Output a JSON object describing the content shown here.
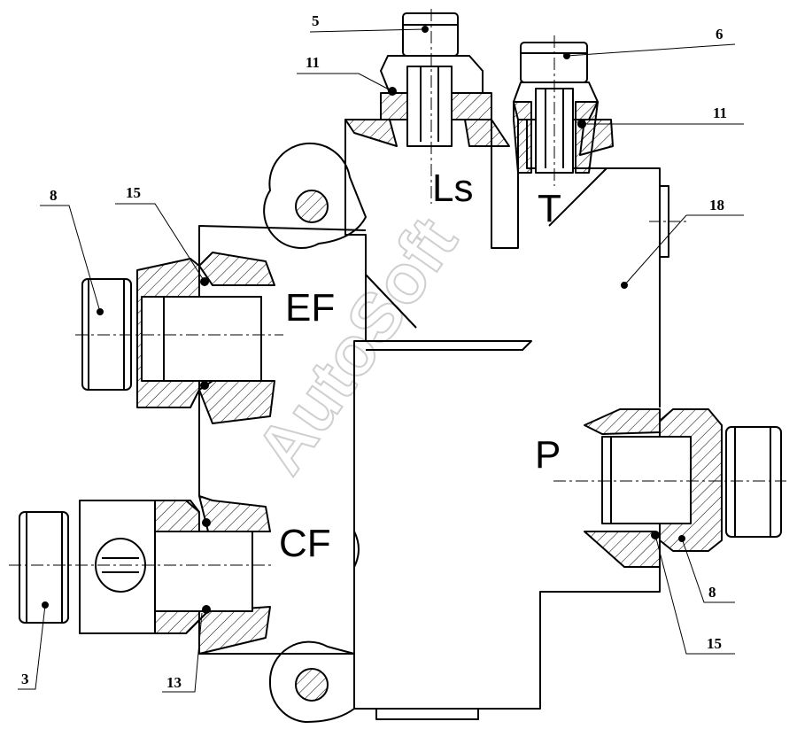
{
  "ports": {
    "ls": "Ls",
    "t": "T",
    "ef": "EF",
    "cf": "CF",
    "p": "P"
  },
  "callouts": {
    "c5": "5",
    "c6": "6",
    "c11a": "11",
    "c11b": "11",
    "c15a": "15",
    "c8a": "8",
    "c18": "18",
    "c3": "3",
    "c13": "13",
    "c8b": "8",
    "c15b": "15"
  },
  "watermark": "AutoSoft"
}
